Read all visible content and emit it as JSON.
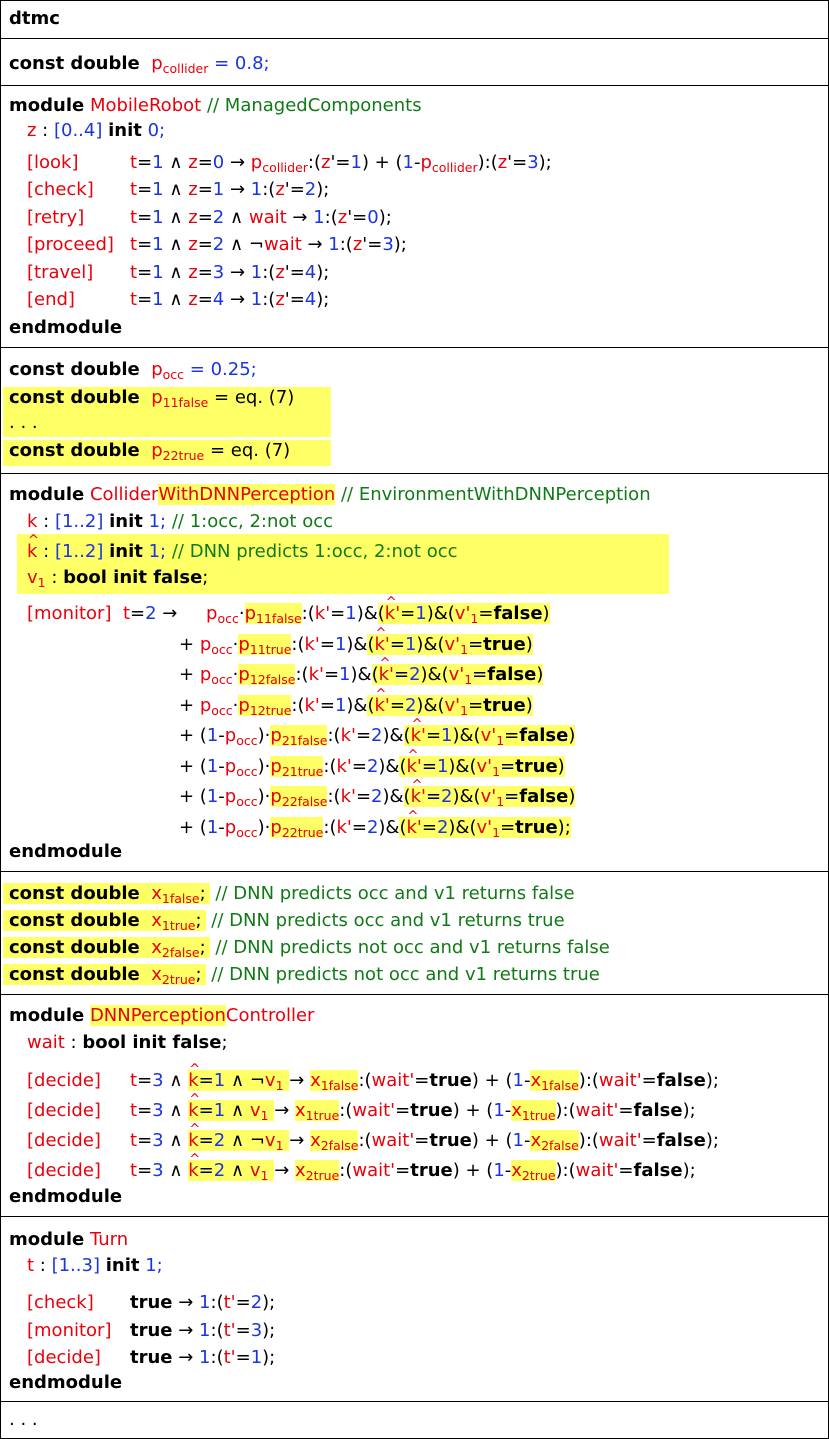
{
  "header": "dtmc",
  "kw": {
    "const_double": "const double",
    "module": "module",
    "endmodule": "endmodule",
    "init": "init",
    "bool_init_false": "bool init false",
    "true": "true",
    "false": "false"
  },
  "consts1": {
    "p_collider_name": "p",
    "p_collider_sub": "collider",
    "p_collider_value": "= 0.8;"
  },
  "mobile_robot": {
    "name": "MobileRobot",
    "comment": "// ManagedComponents",
    "var": "z",
    "range": "[0..4]",
    "init_val": "0;",
    "commands": [
      {
        "action": "[look]",
        "guard": "t=1 ∧ z=0 →",
        "update": "pcollider:(z'=1) + (1-pcollider):(z'=3);"
      },
      {
        "action": "[check]",
        "guard": "t=1 ∧ z=1 →",
        "update": "1:(z'=2);"
      },
      {
        "action": "[retry]",
        "guard": "t=1 ∧ z=2 ∧ wait →",
        "update": "1:(z'=0);"
      },
      {
        "action": "[proceed]",
        "guard": "t=1 ∧ z=2 ∧ ¬wait →",
        "update": "1:(z'=3);"
      },
      {
        "action": "[travel]",
        "guard": "t=1 ∧ z=3 →",
        "update": "1:(z'=4);"
      },
      {
        "action": "[end]",
        "guard": "t=1 ∧ z=4 →",
        "update": "1:(z'=4);"
      }
    ]
  },
  "consts2": {
    "p_occ_sub": "occ",
    "p_occ_value": "= 0.25;",
    "p11_sub": "11false",
    "p22_sub": "22true",
    "eq_ref": "= eq. (7)",
    "ellipsis": ". . ."
  },
  "collider": {
    "name_a": "Collider",
    "name_b": "WithDNNPerception",
    "comment": "// EnvironmentWithDNNPerception",
    "k_var": "k",
    "k_range": "[1..2]",
    "k_init": "1;",
    "k_comment": "// 1:occ, 2:not occ",
    "khat_comment": "// DNN predicts 1:occ, 2:not occ",
    "v1_var": "v",
    "v1_sub": "1",
    "monitor_action": "[monitor]",
    "monitor_guard": "t=2 →",
    "terms": [
      {
        "lead": "",
        "p": "occ",
        "q": "11false",
        "k": "1",
        "kh": "1",
        "v": "false",
        "end": ")"
      },
      {
        "lead": "+",
        "p": "occ",
        "q": "11true",
        "k": "1",
        "kh": "1",
        "v": "true",
        "end": ")"
      },
      {
        "lead": "+",
        "p": "occ",
        "q": "12false",
        "k": "1",
        "kh": "2",
        "v": "false",
        "end": ")"
      },
      {
        "lead": "+",
        "p": "occ",
        "q": "12true",
        "k": "1",
        "kh": "2",
        "v": "true",
        "end": ")"
      },
      {
        "lead": "+",
        "p": "1-occ",
        "q": "21false",
        "k": "2",
        "kh": "1",
        "v": "false",
        "end": ")"
      },
      {
        "lead": "+",
        "p": "1-occ",
        "q": "21true",
        "k": "2",
        "kh": "1",
        "v": "true",
        "end": ")"
      },
      {
        "lead": "+",
        "p": "1-occ",
        "q": "22false",
        "k": "2",
        "kh": "2",
        "v": "false",
        "end": ")"
      },
      {
        "lead": "+",
        "p": "1-occ",
        "q": "22true",
        "k": "2",
        "kh": "2",
        "v": "true",
        "end": ");"
      }
    ]
  },
  "consts3": [
    {
      "sub": "1false",
      "comment": "// DNN predicts occ and v1 returns false"
    },
    {
      "sub": "1true",
      "comment": "// DNN predicts occ and v1 returns true"
    },
    {
      "sub": "2false",
      "comment": "// DNN predicts not occ and v1 returns false"
    },
    {
      "sub": "2true",
      "comment": "// DNN predicts not occ and v1 returns true"
    }
  ],
  "controller": {
    "name_a": "DNNPerception",
    "name_b": "Controller",
    "wait_var": "wait",
    "action": "[decide]",
    "rows": [
      {
        "kh": "1",
        "neg": true,
        "sub": "1false"
      },
      {
        "kh": "1",
        "neg": false,
        "sub": "1true"
      },
      {
        "kh": "2",
        "neg": true,
        "sub": "2false"
      },
      {
        "kh": "2",
        "neg": false,
        "sub": "2true"
      }
    ]
  },
  "turn": {
    "name": "Turn",
    "var": "t",
    "range": "[1..3]",
    "init_val": "1;",
    "commands": [
      {
        "action": "[check]",
        "target": "2"
      },
      {
        "action": "[monitor]",
        "target": "3"
      },
      {
        "action": "[decide]",
        "target": "1"
      }
    ]
  },
  "footer": ". . ."
}
